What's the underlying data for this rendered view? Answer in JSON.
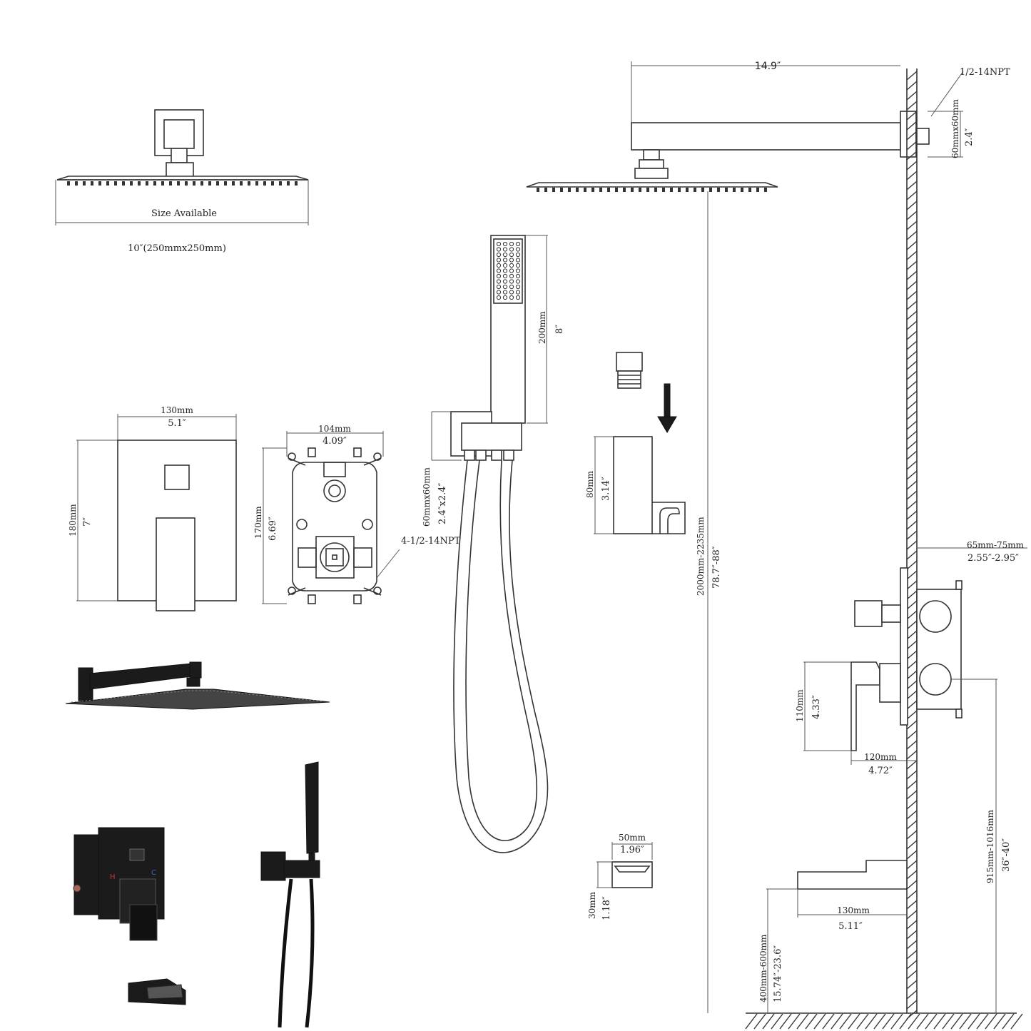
{
  "showerhead_top": {
    "size_label": "Size Available",
    "size_value": "10″(250mmx250mm)"
  },
  "wall_arm": {
    "length": "14.9″",
    "thread": "1/2-14NPT",
    "flange_mm": "60mmx60mm",
    "flange_in": "2.4″"
  },
  "handshower": {
    "length_mm": "200mm",
    "length_in": "8″",
    "elbow_mm": "60mmx60mm",
    "elbow_in": "2.4″x2.4″"
  },
  "holder": {
    "height_mm": "80mm",
    "height_in": "3.14″"
  },
  "trim_plate": {
    "width_mm": "130mm",
    "width_in": "5.1″",
    "height_mm": "180mm",
    "height_in": "7″"
  },
  "valve": {
    "width_mm": "104mm",
    "width_in": "4.09″",
    "height_mm": "170mm",
    "height_in": "6.69″",
    "ports": "4-1/2-14NPT"
  },
  "overall_height": {
    "mm": "2000mm-2235mm",
    "in": "78.7″-88″"
  },
  "wall_depth": {
    "mm": "65mm-75mm",
    "in": "2.55″-2.95″"
  },
  "handle": {
    "height_mm": "110mm",
    "height_in": "4.33″",
    "reach_mm": "120mm",
    "reach_in": "4.72″"
  },
  "spout_height": {
    "mm": "915mm-1016mm",
    "in": "36″-40″"
  },
  "tub_spout": {
    "length_mm": "130mm",
    "length_in": "5.11″",
    "floor_mm": "400mm-600mm",
    "floor_in": "15.74″-23.6″"
  },
  "spout_small": {
    "width_mm": "50mm",
    "width_in": "1.96″",
    "height_mm": "30mm",
    "height_in": "1.18″"
  }
}
